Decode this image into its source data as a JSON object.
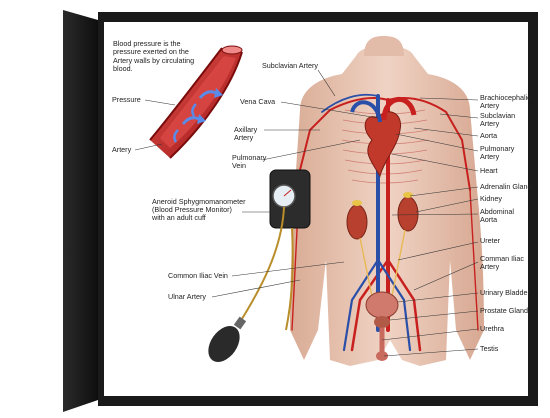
{
  "intro_text": "Blood pressure is the pressure exerted on the Artery walls by circulating blood.",
  "left_labels": {
    "pressure": "Pressure",
    "artery": "Artery",
    "subclavian_artery": "Subclavian Artery",
    "vena_cava": "Vena Cava",
    "axillary_artery": "Axillary\nArtery",
    "pulmonary_vein": "Pulmonary\nVein",
    "sphygmomanometer": "Aneroid Sphygmomanometer\n(Blood Pressure Monitor)\nwith an adult cuff",
    "common_iliac_vein": "Common Iliac Vein",
    "ulnar_artery": "Ulnar Artery"
  },
  "right_labels": {
    "brachiocephalic_artery": "Brachiocephalic\nArtery",
    "subclavian_artery": "Subclavian\nArtery",
    "aorta": "Aorta",
    "pulmonary_artery": "Pulmonary\nArtery",
    "heart": "Heart",
    "adrenalin_gland": "Adrenalin Gland",
    "kidney": "Kidney",
    "abdominal_aorta": "Abdominal\nAorta",
    "ureter": "Ureter",
    "comman_iliac_artery": "Comman Iliac\nArtery",
    "urinary_bladder": "Urinary Bladder",
    "prostate_gland": "Prostate Gland",
    "urethra": "Urethra",
    "testis": "Testis"
  },
  "colors": {
    "frame_dark": "#1a1a1a",
    "frame_edge": "#3a3a3a",
    "skin": "#e9c9b8",
    "skin_shadow": "#d4a892",
    "artery_red": "#c8201e",
    "vein_blue": "#2a4fa8",
    "kidney": "#b8402e",
    "leader_line": "#333333",
    "pressure_arrow": "#3b6fd8"
  }
}
